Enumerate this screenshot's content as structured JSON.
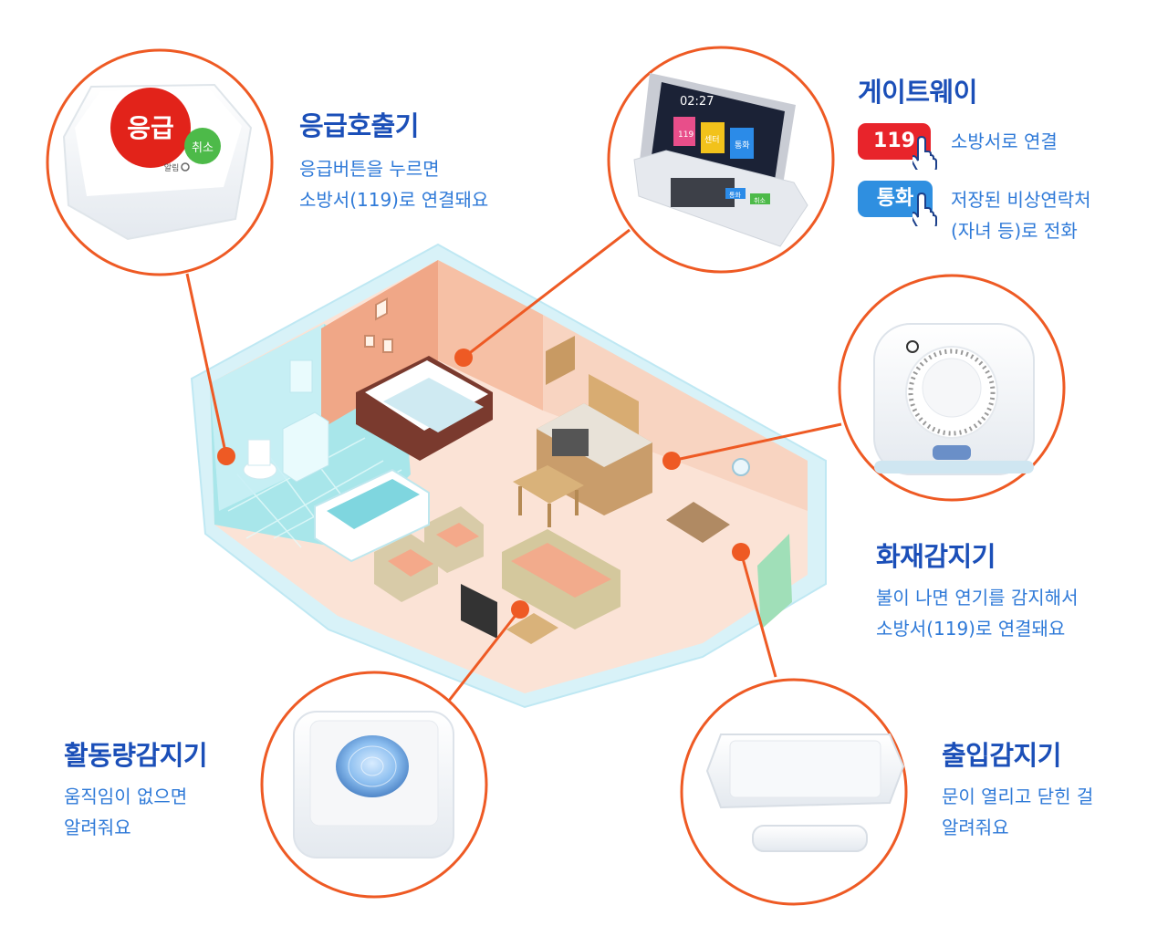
{
  "colors": {
    "leader": "#ee5a24",
    "title": "#1b4fb8",
    "text": "#2f7ad8",
    "red_pill": "#e8242b",
    "blue_pill": "#2f8fe0"
  },
  "emergency_caller": {
    "title": "응급호출기",
    "desc_line1": "응급버튼을 누르면",
    "desc_line2": "소방서(119)로 연결돼요",
    "device_text_main": "응급",
    "device_text_cancel": "취소",
    "device_text_small": "알림"
  },
  "gateway": {
    "title": "게이트웨이",
    "btn_119": "119",
    "btn_119_desc": "소방서로 연결",
    "btn_call": "통화",
    "btn_call_desc_line1": "저장된 비상연락처",
    "btn_call_desc_line2": "(자녀 등)로 전화",
    "screen_time": "02:27",
    "screen_tile1": "119",
    "screen_tile2": "센터",
    "screen_tile3": "통화",
    "key_cancel": "취소",
    "key_call": "통화"
  },
  "fire_detector": {
    "title": "화재감지기",
    "desc_line1": "불이 나면 연기를 감지해서",
    "desc_line2": "소방서(119)로 연결돼요"
  },
  "activity_sensor": {
    "title": "활동량감지기",
    "desc_line1": "움직임이 없으면",
    "desc_line2": "알려줘요"
  },
  "door_sensor": {
    "title": "출입감지기",
    "desc_line1": "문이 열리고 닫힌 걸",
    "desc_line2": "알려줘요"
  }
}
